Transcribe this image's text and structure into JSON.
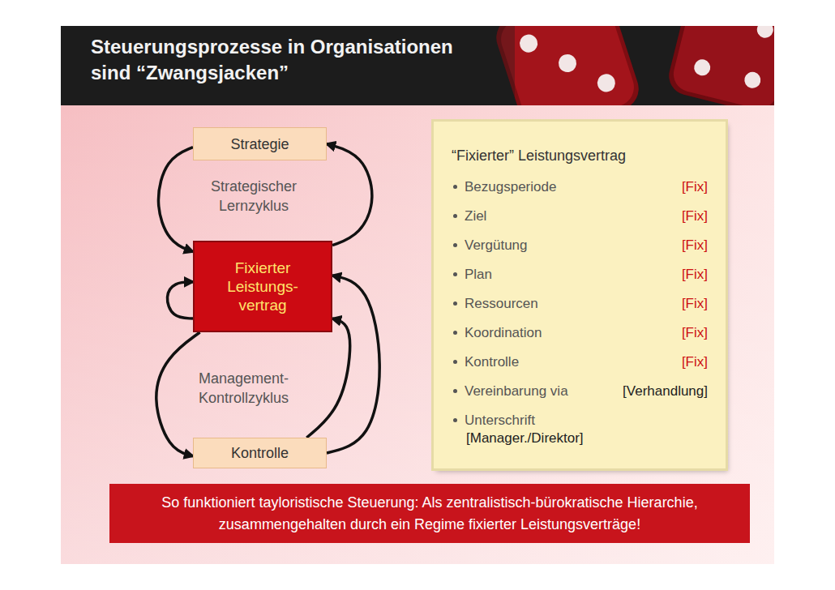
{
  "diagram": {
    "title": "Steuerungsprozesse in Organisationen sind “Zwangsjacken”",
    "caption": "So funktioniert tayloristische Steuerung: Als zentralistisch-bürokratische Hierarchie, zusammengehalten durch ein Regime fixierter Leistungsverträge!",
    "nodes": [
      {
        "text": [
          "Strategie"
        ]
      },
      {
        "text": [
          "Fixierter Leistungs- vertrag"
        ]
      },
      {
        "text": [
          "Kontrolle"
        ]
      },
      {
        "text": [
          "“Fixierter” Leistungsvertrag",
          "Bezugsperiode",
          "[Fix]",
          "Ziel",
          "[Fix]",
          "Vergütung",
          "[Fix]",
          "Plan",
          "[Fix]",
          "Ressourcen",
          "[Fix]",
          "Koordination",
          "[Fix]",
          "Kontrolle",
          "[Fix]",
          "Vereinbarung via",
          "[Verhandlung]",
          "Unterschrift",
          "[Manager./Direktor]"
        ]
      }
    ],
    "edges": [
      {
        "from": 0,
        "to": 1,
        "arrow": "to"
      },
      {
        "from": 1,
        "to": 0,
        "arrow": "to"
      },
      {
        "from": 1,
        "to": 1,
        "arrow": "to"
      },
      {
        "from": 1,
        "to": 2,
        "arrow": "to"
      },
      {
        "from": 2,
        "to": 1,
        "arrow": "to"
      },
      {
        "from": 2,
        "to": 1,
        "arrow": "to"
      }
    ],
    "labels": [
      "Strategischer Lernzyklus",
      "Management- Kontrollzyklus"
    ]
  }
}
